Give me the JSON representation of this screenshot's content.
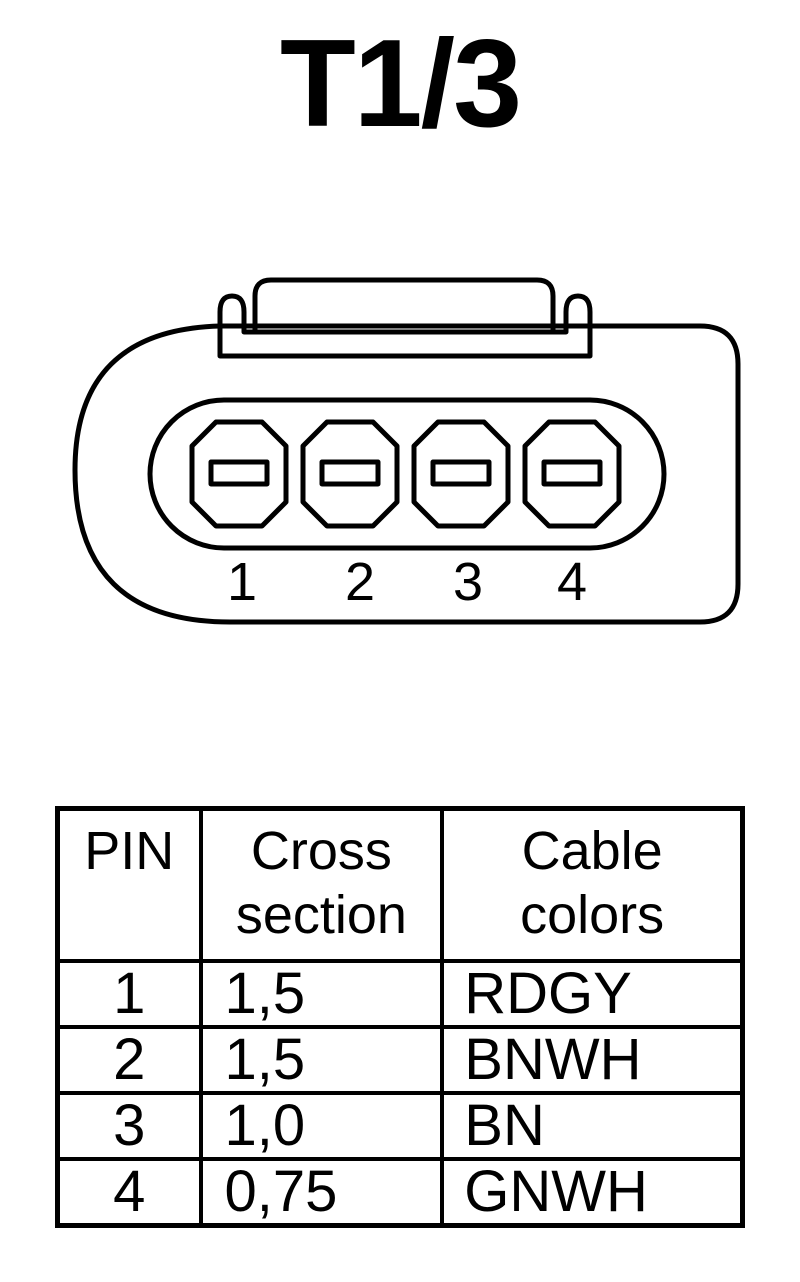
{
  "title": "T1/3",
  "connector": {
    "pin_labels": [
      "1",
      "2",
      "3",
      "4"
    ]
  },
  "table": {
    "headers": {
      "pin": "PIN",
      "cross_section": [
        "Cross",
        "section"
      ],
      "cable_colors": [
        "Cable",
        "colors"
      ]
    },
    "rows": [
      {
        "pin": "1",
        "cross_section": "1,5",
        "cable_color": "RDGY"
      },
      {
        "pin": "2",
        "cross_section": "1,5",
        "cable_color": "BNWH"
      },
      {
        "pin": "3",
        "cross_section": "1,0",
        "cable_color": "BN"
      },
      {
        "pin": "4",
        "cross_section": "0,75",
        "cable_color": "GNWH"
      }
    ]
  }
}
